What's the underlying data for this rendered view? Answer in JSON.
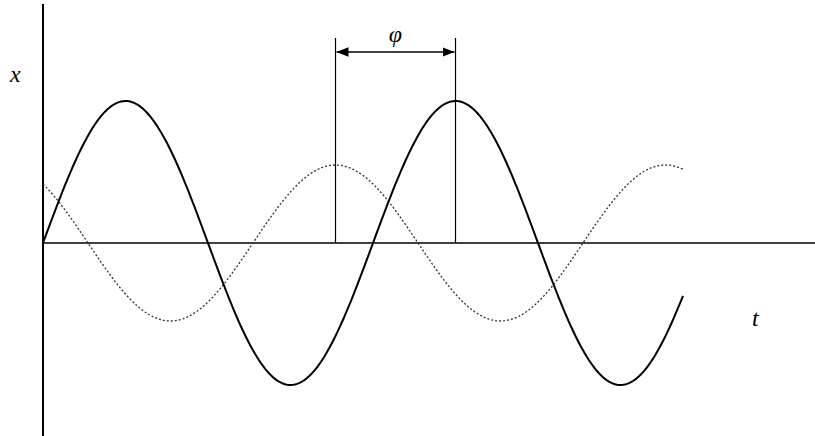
{
  "diagram": {
    "labels": [
      "x",
      "φ",
      "t"
    ]
  }
}
